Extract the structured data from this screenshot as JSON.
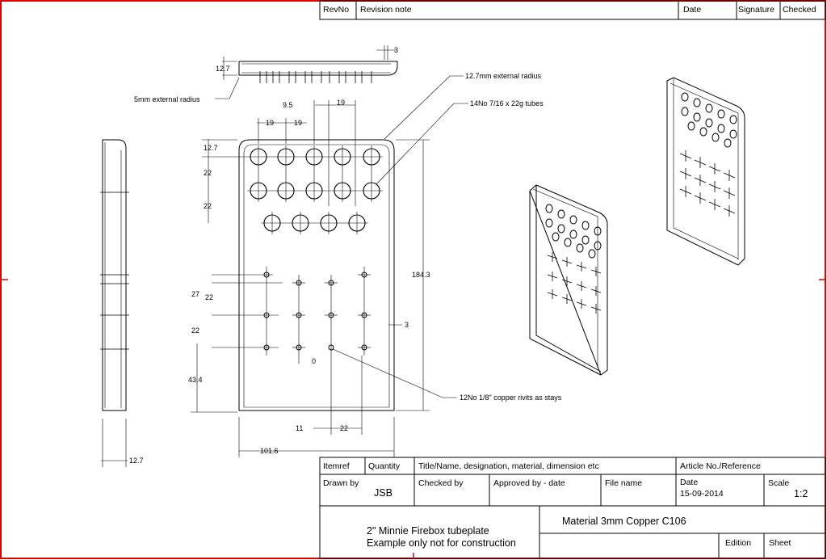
{
  "revision_block": {
    "rev_no": "RevNo",
    "revision_note": "Revision note",
    "date": "Date",
    "signature": "Signature",
    "checked": "Checked"
  },
  "dimensions": {
    "flange_3": "3",
    "top_12_7": "12.7",
    "ext_radius_5mm": "5mm external radius",
    "ext_radius_12_7mm": "12.7mm external radius",
    "tubes_note": "14No 7/16 x 22g tubes",
    "d9_5": "9.5",
    "d19_a": "19",
    "d19_b": "19",
    "d19_c": "19",
    "d12_7_left": "12.7",
    "d22_a": "22",
    "d22_b": "22",
    "d184_3": "184.3",
    "d27": "27",
    "d22_c": "22",
    "d22_d": "22",
    "d3_right": "3",
    "d0": "0",
    "d43_4": "43.4",
    "rivets_note": "12No 1/8\" copper rivits as stays",
    "d11": "11",
    "d22_e": "22",
    "d101_6": "101.6",
    "d12_7_side": "12.7"
  },
  "title_block": {
    "itemref": "Itemref",
    "quantity": "Quantity",
    "title_name": "Title/Name,  designation,  material,  dimension  etc",
    "article_no": "Article No./Reference",
    "drawn_by": "Drawn by",
    "drawn_by_value": "JSB",
    "checked_by": "Checked by",
    "approved_by": "Approved by - date",
    "file_name": "File name",
    "date_label": "Date",
    "date_value": "15-09-2014",
    "scale_label": "Scale",
    "scale_value": "1:2",
    "title_line1": "2\" Minnie Firebox tubeplate",
    "title_line2": "Example only not for construction",
    "material": "Material 3mm Copper C106",
    "edition": "Edition",
    "sheet": "Sheet"
  }
}
